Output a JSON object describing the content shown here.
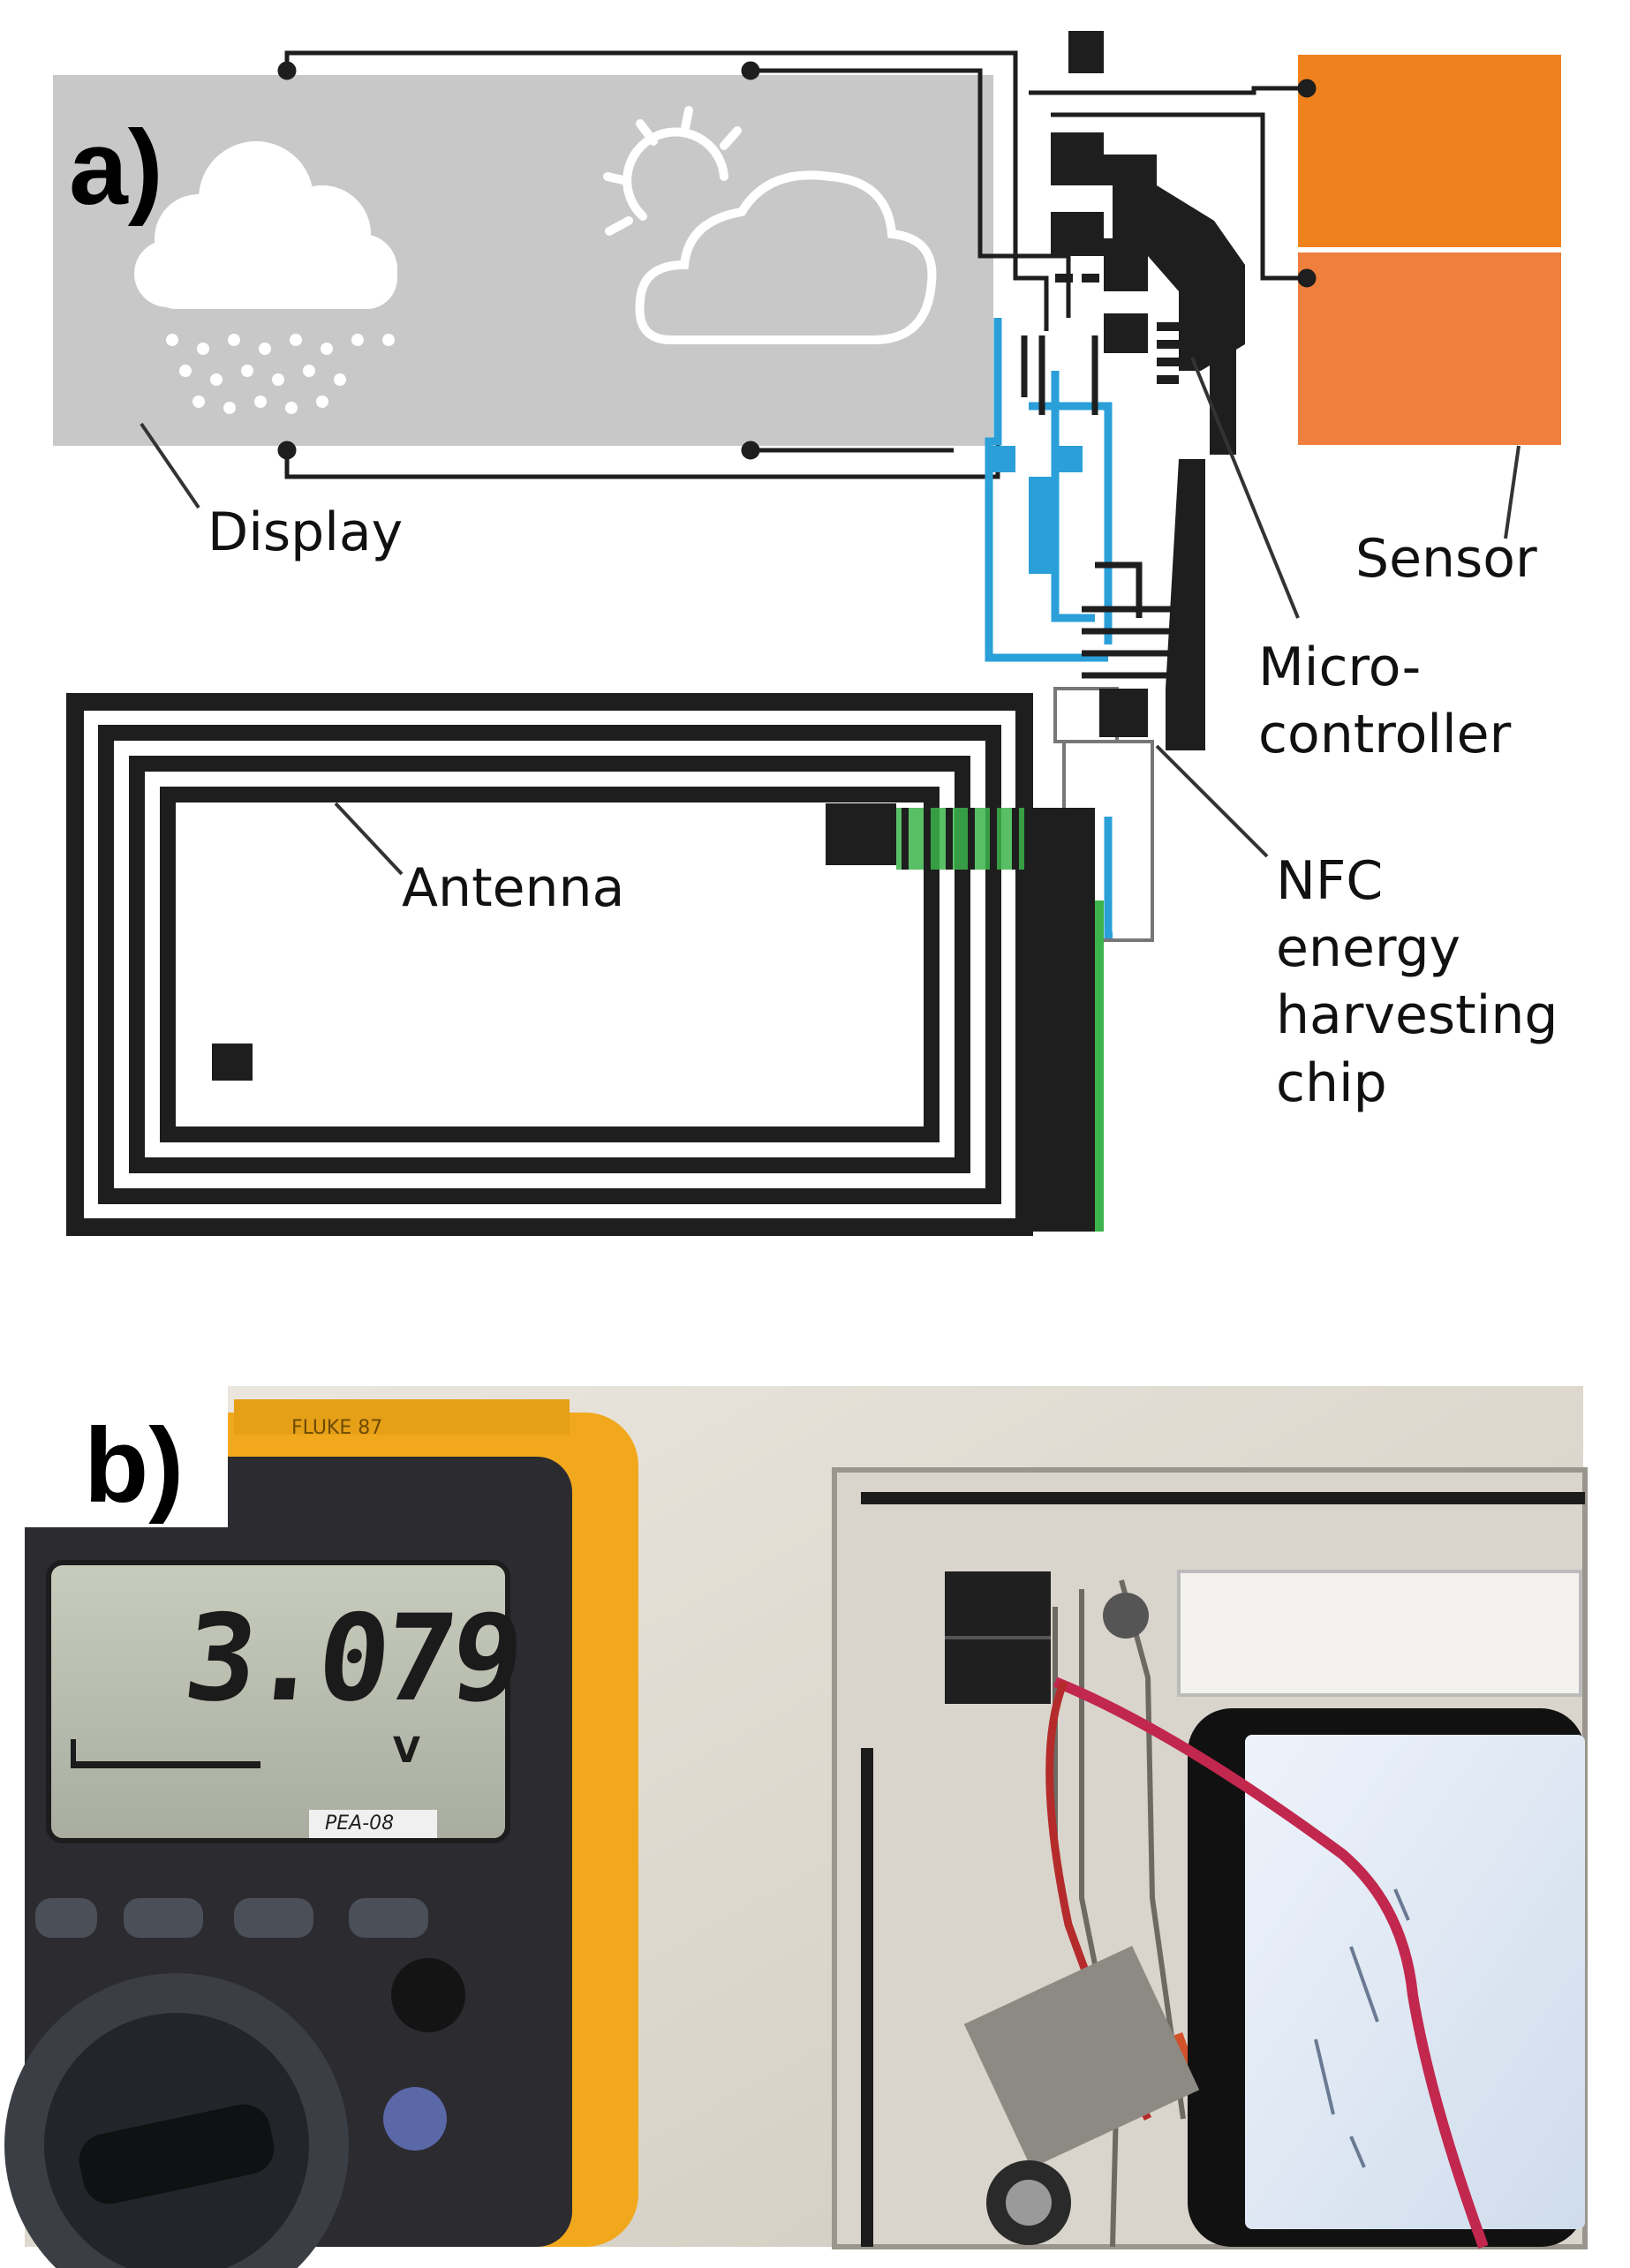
{
  "panel_a": {
    "label": "a)",
    "callouts": {
      "display": "Display",
      "sensor": "Sensor",
      "microcontroller": "Micro-\ncontroller",
      "antenna": "Antenna",
      "nfc_chip": "NFC\nenergy\nharvesting\nchip"
    },
    "icons": [
      "rain-cloud-icon",
      "partly-sunny-icon"
    ],
    "colors": {
      "display": "#c8c8c8",
      "sensor_top": "#f0821e",
      "sensor_bottom": "#ef7f3c",
      "trace_black": "#1e1e1e",
      "trace_blue": "#2a9fd8",
      "trace_green": "#3cb44b"
    }
  },
  "panel_b": {
    "label": "b)",
    "multimeter_reading": "3.079",
    "multimeter_unit": "V",
    "meter_brand": "FLUKE 87",
    "meter_tag": "PEA-08",
    "colors": {
      "meter_body": "#f2a81c",
      "meter_face": "#2b2b30",
      "lcd": "#b8bcae",
      "wall": "#e6e2da",
      "phone_screen": "#dfe9f4"
    }
  }
}
